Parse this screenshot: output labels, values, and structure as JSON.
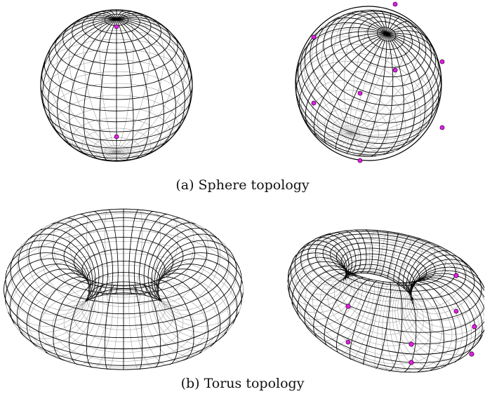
{
  "captions": {
    "a": "(a) Sphere topology",
    "b": "(b) Torus topology"
  },
  "colors": {
    "background": "#ffffff",
    "mesh_front": "#000000",
    "mesh_back": "#9a9a9a",
    "marker_fill": "#e020e0",
    "marker_stroke": "#4a004a"
  },
  "figures": {
    "sphere_standard": {
      "shape": "sphere",
      "deformed": false,
      "marker_count": 2
    },
    "sphere_deformed": {
      "shape": "sphere",
      "deformed": true,
      "marker_count": 8
    },
    "torus_standard": {
      "shape": "torus",
      "deformed": false,
      "marker_count": 0
    },
    "torus_deformed": {
      "shape": "torus",
      "deformed": true,
      "marker_count": 8
    }
  }
}
